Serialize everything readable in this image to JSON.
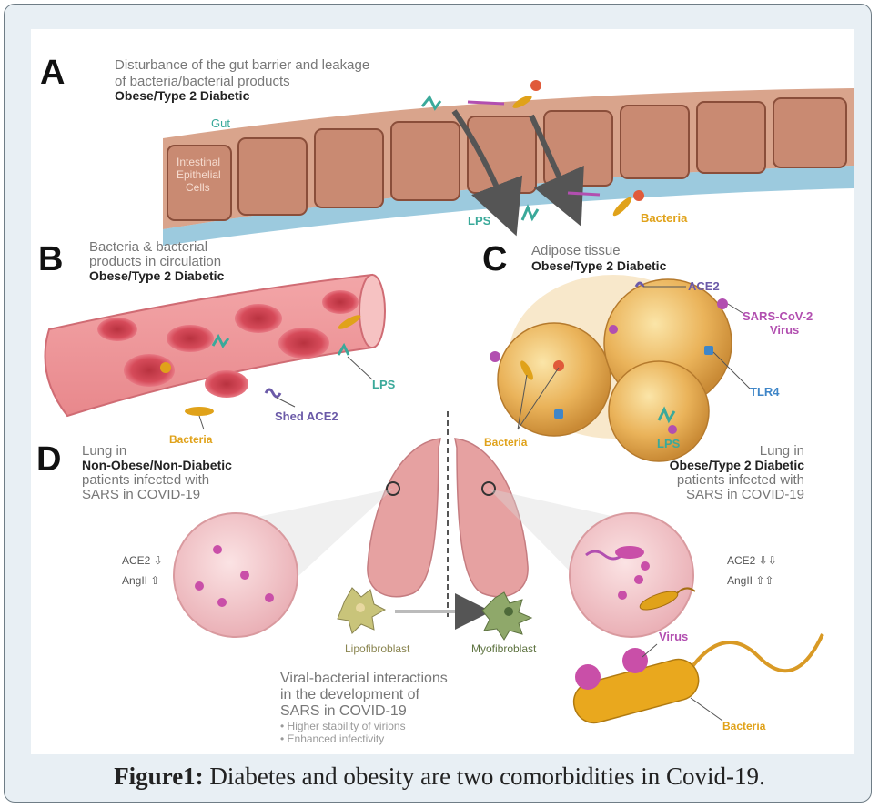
{
  "panel_a": {
    "letter": "A",
    "title_line1": "Disturbance of the gut barrier and leakage",
    "title_line2": "of bacteria/bacterial products",
    "subtitle": "Obese/Type 2 Diabetic",
    "gut_label": "Gut",
    "cells_line1": "Intestinal",
    "cells_line2": "Epithelial",
    "cells_line3": "Cells",
    "lps_label": "LPS",
    "bacteria_label": "Bacteria"
  },
  "panel_b": {
    "letter": "B",
    "title_line1": "Bacteria & bacterial",
    "title_line2": "products in circulation",
    "subtitle": "Obese/Type 2 Diabetic",
    "lps_label": "LPS",
    "shed_label": "Shed ACE2",
    "bacteria_label": "Bacteria"
  },
  "panel_c": {
    "letter": "C",
    "title": "Adipose tissue",
    "subtitle": "Obese/Type 2 Diabetic",
    "ace2_label": "ACE2",
    "sars_line1": "SARS-CoV-2",
    "sars_line2": "Virus",
    "tlr4_label": "TLR4",
    "bacteria_label": "Bacteria",
    "lps_label": "LPS"
  },
  "panel_d": {
    "letter": "D",
    "left_line1": "Lung in",
    "left_line2": "Non-Obese/Non-Diabetic",
    "left_line3": "patients infected with",
    "left_line4": "SARS in COVID-19",
    "right_line1": "Lung in",
    "right_line2": "Obese/Type 2 Diabetic",
    "right_line3": "patients infected with",
    "right_line4": "SARS in COVID-19",
    "ace2_left": "ACE2 ⇩",
    "angii_left": "AngII ⇧",
    "ace2_right": "ACE2 ⇩⇩",
    "angii_right": "AngII ⇧⇧",
    "lipo_label": "Lipofibroblast",
    "myo_label": "Myofibroblast",
    "interaction_line1": "Viral-bacterial interactions",
    "interaction_line2": "in the development of",
    "interaction_line3": "SARS in COVID-19",
    "bullet1": "• Higher stability of virions",
    "bullet2": "• Enhanced infectivity",
    "virus_label": "Virus",
    "bacteria_label": "Bacteria"
  },
  "caption": {
    "label": "Figure1:",
    "text": " Diabetes and obesity are two comorbidities in Covid-19."
  },
  "colors": {
    "lps": "#3aa99a",
    "bacteria": "#e0a21a",
    "sars": "#b24fb0",
    "tlr4": "#3f86c8",
    "shed": "#6b5aa8",
    "cell": "#c98a72",
    "blood": "#d85a6a",
    "adipose": "#e8b25a",
    "alveolus": "#f2c9cc"
  }
}
